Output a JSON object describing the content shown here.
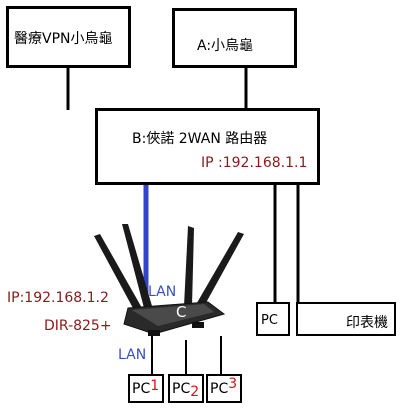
{
  "nodes": {
    "vpn_box": {
      "label": "醫療VPN小烏龜"
    },
    "a_box": {
      "label": "A:小烏龜"
    },
    "router_b": {
      "label": "B:俠諾 2WAN 路由器",
      "ip": "IP :192.168.1.1"
    },
    "router_c": {
      "ip": "IP:192.168.1.2",
      "model": "DIR-825+",
      "badge": "C",
      "lan_top": "LAN",
      "lan_bottom": "LAN"
    },
    "pc_right": {
      "label": "PC"
    },
    "printer": {
      "label": "印表機"
    },
    "pcs": [
      {
        "prefix": "PC",
        "num": "1"
      },
      {
        "prefix": "PC",
        "num": "2"
      },
      {
        "prefix": "PC",
        "num": "3"
      }
    ]
  },
  "colors": {
    "ip_text": "#8b1a1a",
    "lan_text": "#3a4fc0",
    "lan_cable": "#3344cc",
    "pc_num": "#d01818"
  }
}
